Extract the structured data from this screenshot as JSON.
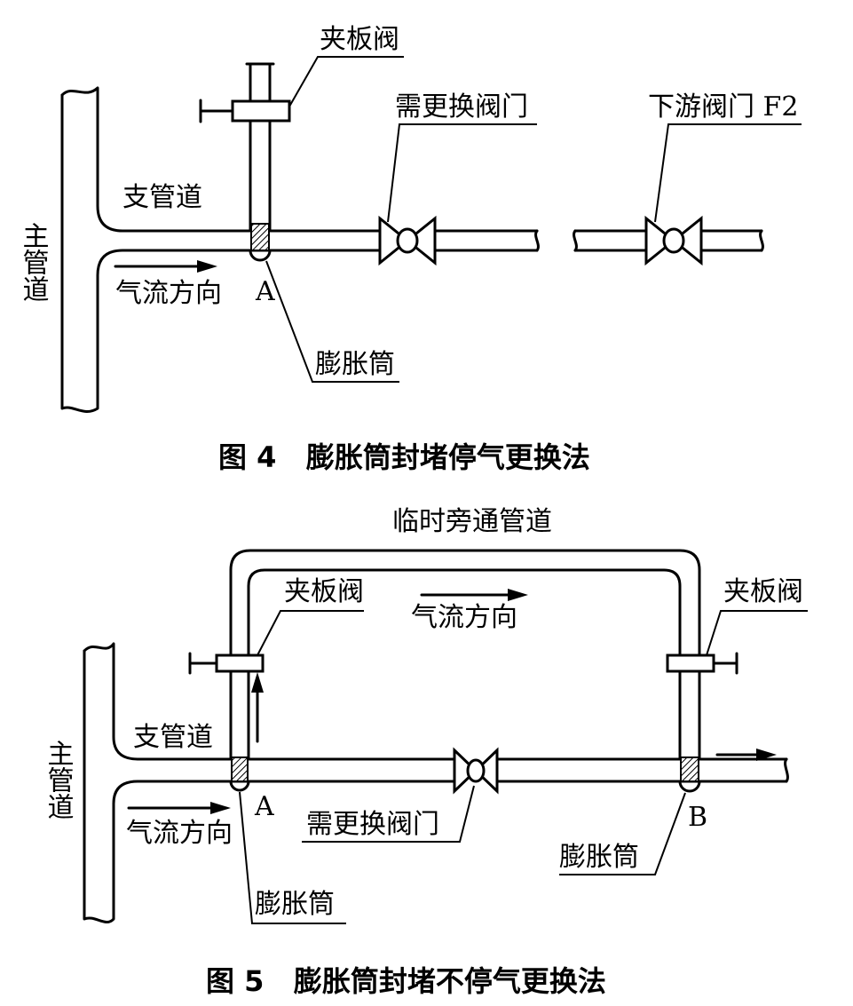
{
  "figure4": {
    "caption": "图 4   膨胀筒封堵停气更换法",
    "main_pipe": "主管道",
    "branch_pipe": "支管道",
    "clamp_valve": "夹板阀",
    "replace_valve": "需更换阀门",
    "downstream_valve": "下游阀门 F2",
    "flow_direction": "气流方向",
    "point_a": "A",
    "expansion_tube": "膨胀筒"
  },
  "figure5": {
    "caption": "图 5   膨胀筒封堵不停气更换法",
    "bypass_pipe": "临时旁通管道",
    "main_pipe": "主管道",
    "branch_pipe": "支管道",
    "clamp_valve_left": "夹板阀",
    "clamp_valve_right": "夹板阀",
    "flow_direction_top": "气流方向",
    "flow_direction_bottom": "气流方向",
    "point_a": "A",
    "point_b": "B",
    "replace_valve": "需更换阀门",
    "expansion_tube_left": "膨胀筒",
    "expansion_tube_right": "膨胀筒"
  }
}
